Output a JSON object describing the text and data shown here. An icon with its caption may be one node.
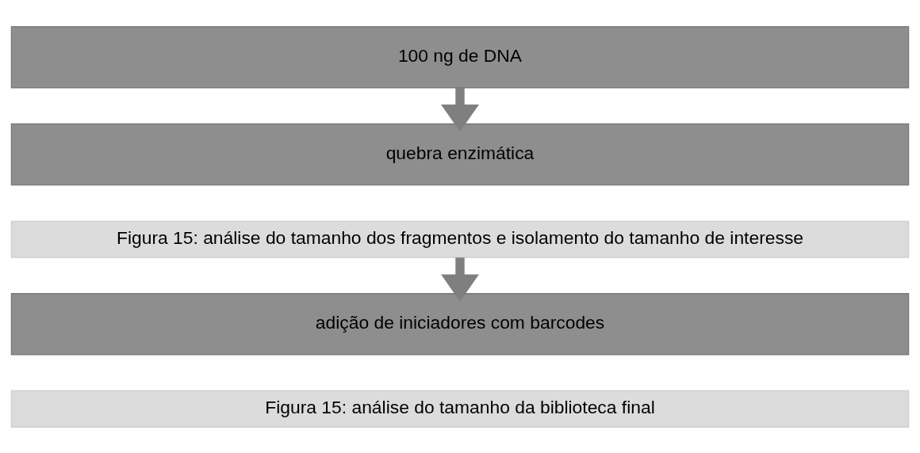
{
  "diagram": {
    "nodes": [
      {
        "text": [
          "100 ng de DNA"
        ]
      },
      {
        "text": [
          "quebra enzimática"
        ]
      },
      {
        "text": [
          "Figura 15: análise do tamanho dos fragmentos e isolamento do tamanho de interesse"
        ]
      },
      {
        "text": [
          "adição de iniciadores com barcodes"
        ]
      },
      {
        "text": [
          "Figura 15: análise do tamanho da biblioteca final"
        ]
      }
    ],
    "edges": [
      {
        "from": 0,
        "to": 1,
        "arrow": "to"
      },
      {
        "from": 2,
        "to": 3,
        "arrow": "to"
      }
    ]
  }
}
